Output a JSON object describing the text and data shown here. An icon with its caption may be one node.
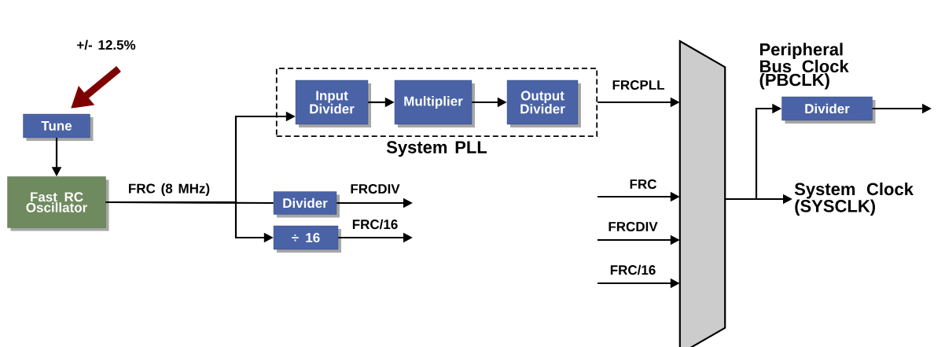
{
  "diagram": {
    "nodes": [
      {
        "text": [
          "+/- 12.5%"
        ]
      },
      {
        "text": [
          "Tune"
        ]
      },
      {
        "text": [
          "Fast RC Oscillator"
        ]
      },
      {
        "text": [
          "System PLL"
        ]
      },
      {
        "text": [
          "Input Divider"
        ],
        "in": 3
      },
      {
        "text": [
          "Multiplier"
        ],
        "in": 3
      },
      {
        "text": [
          "Output Divider"
        ],
        "in": 3
      },
      {
        "text": [
          "Divider"
        ]
      },
      {
        "text": [
          "÷ 16"
        ]
      },
      {
        "text": [],
        "shape": "trapezoid"
      },
      {
        "text": [
          "Divider"
        ],
        "beside": [
          "Peripheral Bus Clock (PBCLK)"
        ]
      },
      {
        "text": [
          "System Clock (SYSCLK)"
        ]
      }
    ],
    "edges": [
      {
        "from": 0,
        "to": 1,
        "arrow": "to",
        "style": "thick",
        "color": "#7f0000"
      },
      {
        "from": 1,
        "to": 2,
        "arrow": "to"
      },
      {
        "from": 2,
        "to": 4,
        "arrow": "to"
      },
      {
        "from": 2,
        "to": 7,
        "arrow": "none",
        "label": "FRC (8 MHz)"
      },
      {
        "from": 2,
        "to": 8,
        "arrow": "to"
      },
      {
        "from": 4,
        "to": 5,
        "arrow": "to"
      },
      {
        "from": 5,
        "to": 6,
        "arrow": "to"
      },
      {
        "from": 3,
        "to": 9,
        "arrow": "to",
        "label": "FRCPLL"
      },
      {
        "from": 7,
        "to": null,
        "arrow": "to",
        "label": "FRCDIV"
      },
      {
        "from": 8,
        "to": null,
        "arrow": "to",
        "label": "FRC/16"
      },
      {
        "from": null,
        "to": 9,
        "arrow": "to",
        "label": "FRC"
      },
      {
        "from": null,
        "to": 9,
        "arrow": "to",
        "label": "FRCDIV"
      },
      {
        "from": null,
        "to": 9,
        "arrow": "to",
        "label": "FRC/16"
      },
      {
        "from": 9,
        "to": 10,
        "arrow": "to"
      },
      {
        "from": 9,
        "to": 11,
        "arrow": "to"
      },
      {
        "from": 10,
        "to": null,
        "arrow": "to"
      }
    ]
  }
}
